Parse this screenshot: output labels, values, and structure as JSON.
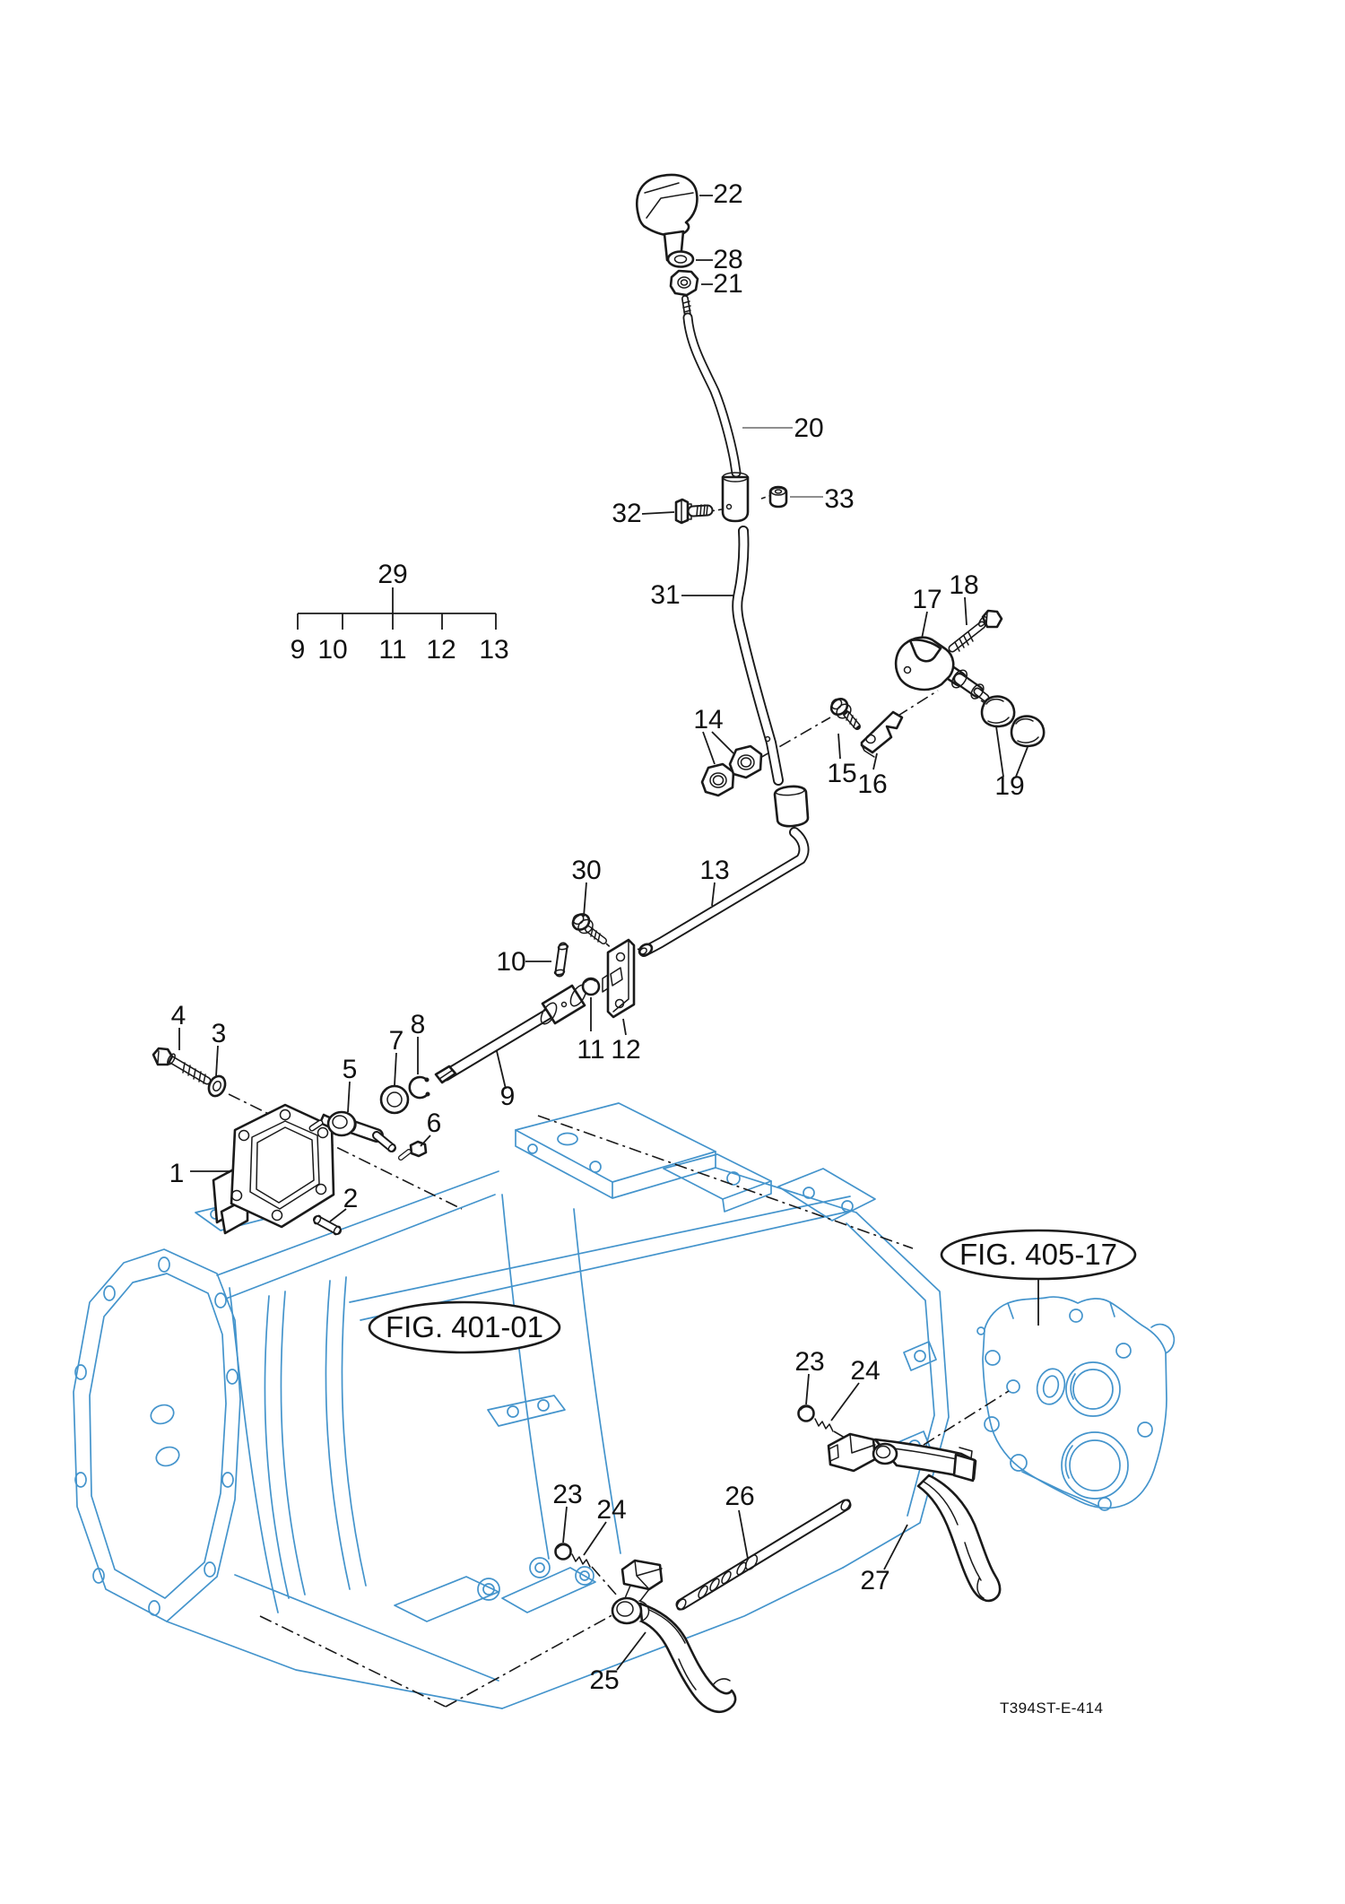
{
  "page": {
    "background": "#ffffff",
    "drawing_code": "T394ST-E-414",
    "colors": {
      "part_line": "#1a1a1a",
      "case_line": "#4494cc",
      "leader_gray": "#8f8f8f",
      "text": "#111111"
    }
  },
  "figure_refs": {
    "fig401": "FIG. 401-01",
    "fig405": "FIG. 405-17"
  },
  "labels": {
    "p1": "1",
    "p2": "2",
    "p3": "3",
    "p4": "4",
    "p5": "5",
    "p6": "6",
    "p7": "7",
    "p8": "8",
    "p9": "9",
    "p10": "10",
    "p11": "11",
    "p12": "12",
    "p13": "13",
    "p14": "14",
    "p15": "15",
    "p16": "16",
    "p17": "17",
    "p18": "18",
    "p19": "19",
    "p20": "20",
    "p21": "21",
    "p22": "22",
    "p23": "23",
    "p24": "24",
    "p25": "25",
    "p26": "26",
    "p27": "27",
    "p28": "28",
    "p29": "29",
    "p30": "30",
    "p31": "31",
    "p32": "32",
    "p33": "33"
  }
}
